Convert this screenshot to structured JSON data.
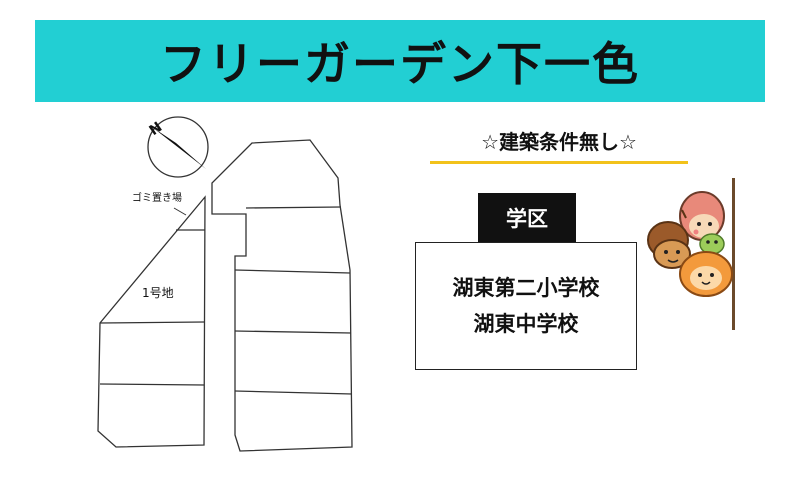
{
  "banner": {
    "title": "フリーガーデン下一色",
    "background": "#22cfd3"
  },
  "map": {
    "compass_letter": "N",
    "garbage_label": "ゴミ置き場",
    "lot_label": "1号地"
  },
  "condition": {
    "text": "☆建築条件無し☆",
    "underline_color": "#f2c21b"
  },
  "school": {
    "tag": "学区",
    "names": [
      "湖東第二小学校",
      "湖東中学校"
    ]
  },
  "mascot": {
    "icon": "mascot-characters"
  }
}
